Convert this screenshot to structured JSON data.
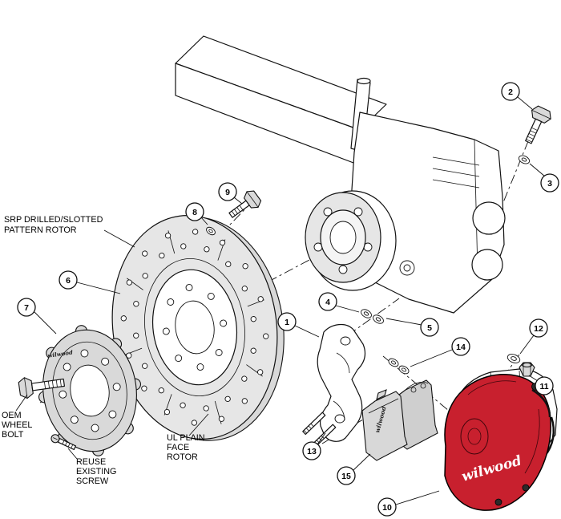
{
  "diagram": {
    "callouts": {
      "c1": "1",
      "c2": "2",
      "c3": "3",
      "c4": "4",
      "c5": "5",
      "c6": "6",
      "c7": "7",
      "c8": "8",
      "c9": "9",
      "c10": "10",
      "c11": "11",
      "c12": "12",
      "c13": "13",
      "c14": "14",
      "c15": "15"
    },
    "labels": {
      "srp_line1": "SRP DRILLED/SLOTTED",
      "srp_line2": "PATTERN ROTOR",
      "ul_line1": "UL PLAIN",
      "ul_line2": "FACE",
      "ul_line3": "ROTOR",
      "oem_line1": "OEM",
      "oem_line2": "WHEEL",
      "oem_line3": "BOLT",
      "reuse_line1": "REUSE",
      "reuse_line2": "EXISTING",
      "reuse_line3": "SCREW"
    },
    "branding": {
      "caliper_logo": "wilwood",
      "pad_logo": "wilwood",
      "hat_logo": "wilwood"
    },
    "colors": {
      "caliper_red": "#C8202E",
      "metal_light": "#E6E6E6",
      "metal_mid": "#D9D9D9",
      "line_black": "#111111"
    }
  }
}
